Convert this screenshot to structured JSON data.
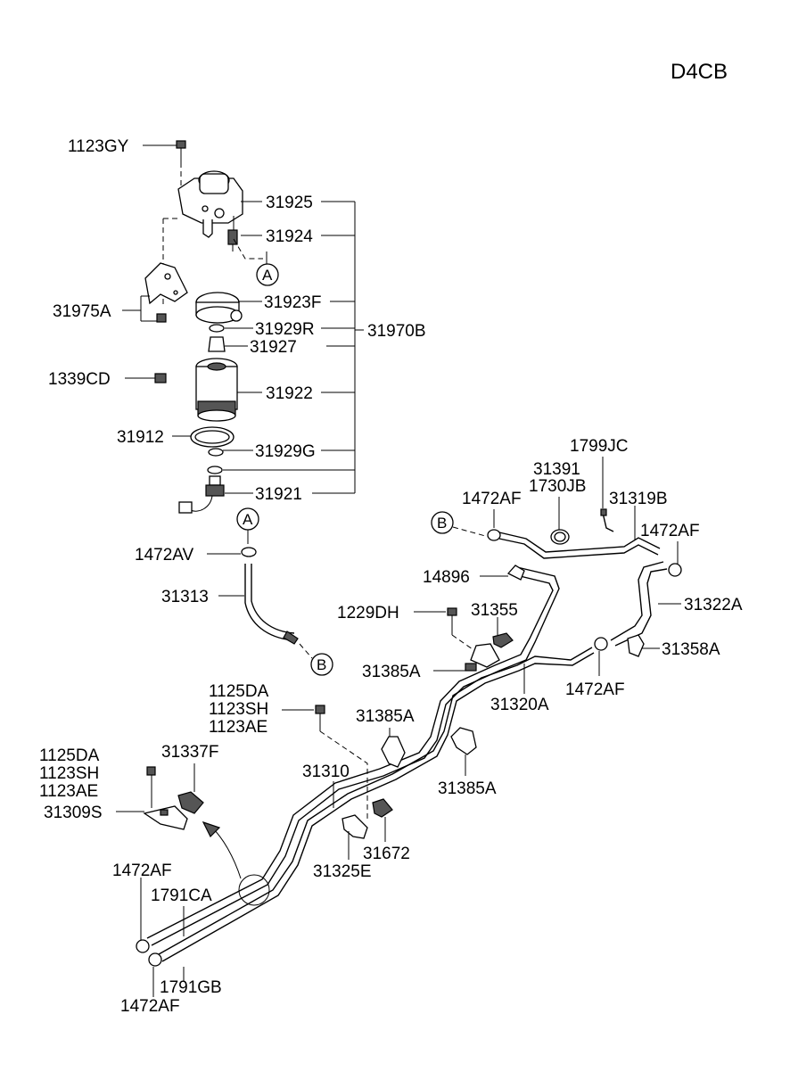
{
  "engine_code": "D4CB",
  "callouts": {
    "a": "A",
    "b": "B"
  },
  "labels": {
    "p1123GY": "1123GY",
    "p31925": "31925",
    "p31924": "31924",
    "p31975A": "31975A",
    "p31923F": "31923F",
    "p31929R": "31929R",
    "p31970B": "31970B",
    "p31927": "31927",
    "p1339CD": "1339CD",
    "p31922": "31922",
    "p31912": "31912",
    "p31929G": "31929G",
    "p31921": "31921",
    "p1472AV": "1472AV",
    "p31313": "31313",
    "p1799JC": "1799JC",
    "p31391": "31391",
    "p1730JB": "1730JB",
    "p1472AF_top": "1472AF",
    "p31319B": "31319B",
    "p1472AF_right": "1472AF",
    "p14896": "14896",
    "p1229DH": "1229DH",
    "p31355": "31355",
    "p31322A": "31322A",
    "p31358A": "31358A",
    "p31385A_mid": "31385A",
    "p1472AF_mid": "1472AF",
    "p31320A": "31320A",
    "p1125DA_a": "1125DA",
    "p1123SH_a": "1123SH",
    "p1123AE_a": "1123AE",
    "p31385A_left": "31385A",
    "p31385A_right": "31385A",
    "p1125DA_b": "1125DA",
    "p1123SH_b": "1123SH",
    "p1123AE_b": "1123AE",
    "p31337F": "31337F",
    "p31310": "31310",
    "p31309S": "31309S",
    "p31672": "31672",
    "p31325E": "31325E",
    "p1472AF_low": "1472AF",
    "p1791CA": "1791CA",
    "p1791GB": "1791GB",
    "p1472AF_bottom": "1472AF"
  }
}
